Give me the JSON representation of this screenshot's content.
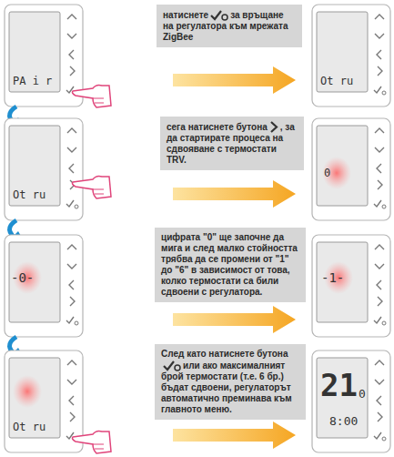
{
  "diagram": {
    "nodes": [
      {
        "text": [
          "натиснете",
          "за връщане на регулатора към мрежата ZigBee"
        ]
      },
      {
        "text": [
          "сега натиснете бутона",
          ", за да стартирате процеса на сдвояване с термостати TRV."
        ]
      },
      {
        "text": [
          "цифрата \"0\" ще започне да мига и след малко стойността трябва да се промени от \"1\" до \"6\" в зависимост от това, колко термостати са били сдвоени с регулатора."
        ]
      },
      {
        "text": [
          "След като натиснете бутона",
          "или ако максималният брой термостати (т.е. 6 бр.) бъдат сдвоени, регулаторът автоматично преминава към главното меню."
        ]
      }
    ],
    "labels": [
      "PA i r",
      "Ot ru",
      "Ot ru",
      "0",
      "-0-",
      "-1-",
      "Ot ru",
      "21",
      "0",
      "8:00"
    ]
  }
}
